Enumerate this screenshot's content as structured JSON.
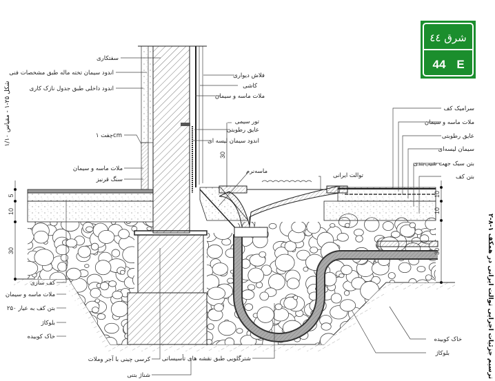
{
  "sign": {
    "top_text": "شرق ٤٤",
    "bottom_number": "44",
    "bottom_letter": "E",
    "color": "#1b8e2d"
  },
  "figure_caption_left": "شکل ۲۵-۱ - مقیاس ۱/۱۰",
  "figure_caption_right": "۲-۸-۱ ترسیم جزئیات اجرایی توالت ایرانی در همکف",
  "labels": {
    "wall_left": [
      "سفتکاری",
      "اندود سیمان تخته ماله طبق مشخصات فنی",
      "اندود داخلی طبق جدول نازک کاری",
      "چفت ۱cm",
      "ملات ماسه و سیمان",
      "سنگ قرنیز"
    ],
    "wall_right": [
      "فلاش دیواری",
      "کاشی",
      "ملات ماسه و سیمان",
      "تور سیمی",
      "عایق رطوبتی",
      "اندود سیمان لیسه ای"
    ],
    "toilet": [
      "ماسه‌نرم",
      "توالت ایرانی"
    ],
    "floor_right": [
      "سرامیک کف",
      "ملات ماسه و سیمان",
      "عایق رطوبتی",
      "سیمان لیسه‌ای",
      "بتن سبک جهت شیب‌بندی",
      "بتن کف"
    ],
    "bottom_left": [
      "کف سازی",
      "ملات ماسه و سیمان",
      "بتن کف به عیار ۲۵۰",
      "بلوکاژ",
      "خاک کوبیده"
    ],
    "bottom_center": [
      "کرسی چینی با آجر وملات",
      "شناژ بتنی",
      "شترگلویی طبق نقشه های تأسیساتی"
    ],
    "bottom_right": [
      "خاک کوبیده",
      "بلوکاژ"
    ]
  },
  "dimensions": {
    "left": [
      "5",
      "10",
      "30"
    ],
    "right": [
      "10",
      "10",
      "30"
    ],
    "wall": "30"
  }
}
